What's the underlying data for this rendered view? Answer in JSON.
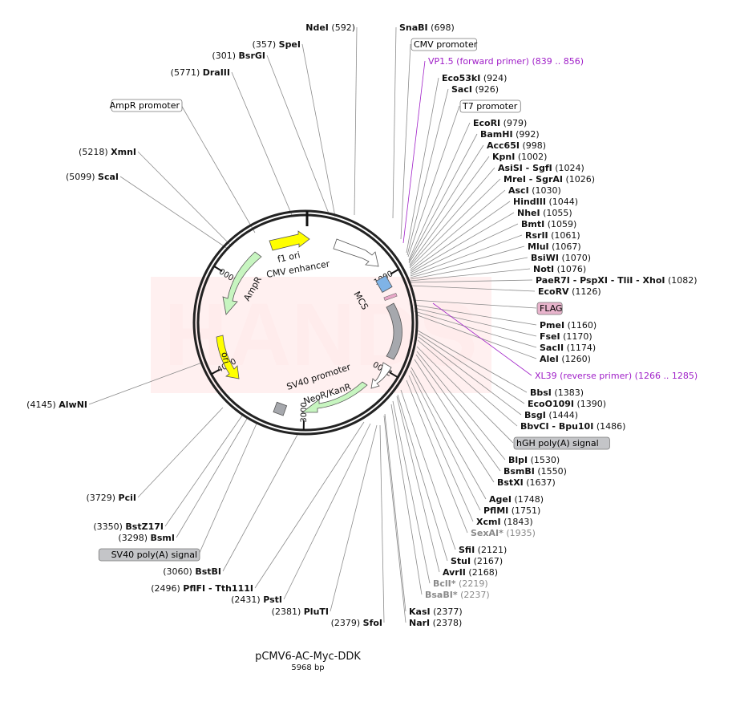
{
  "plasmid": {
    "name": "pCMV6-AC-Myc-DDK",
    "size_label": "5968 bp",
    "length": 5968,
    "watermark": "HANDS"
  },
  "ticks": [
    {
      "bp": 1000,
      "label": "1000"
    },
    {
      "bp": 2000,
      "label": "2000"
    },
    {
      "bp": 3000,
      "label": "3000"
    },
    {
      "bp": 4000,
      "label": "4000"
    },
    {
      "bp": 5000,
      "label": "5000"
    }
  ],
  "features": [
    {
      "name": "f1 ori",
      "color": "#ffff00"
    },
    {
      "name": "CMV enhancer",
      "color": "#ffffff"
    },
    {
      "name": "MCS",
      "color": "#7fb3e6"
    },
    {
      "name": "SV40 promoter",
      "color": "#ffffff"
    },
    {
      "name": "NeoR/KanR",
      "color": "#c7f5c0"
    },
    {
      "name": "AmpR",
      "color": "#c7f5c0"
    },
    {
      "name": "ori",
      "color": "#ffff00"
    }
  ],
  "labels": {
    "right": [
      {
        "name": "NdeI",
        "pos": "(592)",
        "style": "enzyme"
      },
      {
        "name": "SnaBI",
        "pos": "(698)",
        "style": "enzyme"
      },
      {
        "name": "CMV promoter",
        "pos": "",
        "style": "box"
      },
      {
        "name": "VP1.5 (forward primer)",
        "pos": "(839 .. 856)",
        "style": "primer"
      },
      {
        "name": "Eco53kI",
        "pos": "(924)",
        "style": "enzyme"
      },
      {
        "name": "SacI",
        "pos": "(926)",
        "style": "enzyme"
      },
      {
        "name": "T7 promoter",
        "pos": "",
        "style": "box"
      },
      {
        "name": "EcoRI",
        "pos": "(979)",
        "style": "enzyme"
      },
      {
        "name": "BamHI",
        "pos": "(992)",
        "style": "enzyme"
      },
      {
        "name": "Acc65I",
        "pos": "(998)",
        "style": "enzyme"
      },
      {
        "name": "KpnI",
        "pos": "(1002)",
        "style": "enzyme"
      },
      {
        "name": "AsiSI - SgfI",
        "pos": "(1024)",
        "style": "enzyme"
      },
      {
        "name": "MreI - SgrAI",
        "pos": "(1026)",
        "style": "enzyme"
      },
      {
        "name": "AscI",
        "pos": "(1030)",
        "style": "enzyme"
      },
      {
        "name": "HindIII",
        "pos": "(1044)",
        "style": "enzyme"
      },
      {
        "name": "NheI",
        "pos": "(1055)",
        "style": "enzyme"
      },
      {
        "name": "BmtI",
        "pos": "(1059)",
        "style": "enzyme"
      },
      {
        "name": "RsrII",
        "pos": "(1061)",
        "style": "enzyme"
      },
      {
        "name": "MluI",
        "pos": "(1067)",
        "style": "enzyme"
      },
      {
        "name": "BsiWI",
        "pos": "(1070)",
        "style": "enzyme"
      },
      {
        "name": "NotI",
        "pos": "(1076)",
        "style": "enzyme"
      },
      {
        "name": "PaeR7I - PspXI - TliI - XhoI",
        "pos": "(1082)",
        "style": "enzyme"
      },
      {
        "name": "EcoRV",
        "pos": "(1126)",
        "style": "enzyme"
      },
      {
        "name": "FLAG",
        "pos": "",
        "style": "pinkbox"
      },
      {
        "name": "PmeI",
        "pos": "(1160)",
        "style": "enzyme"
      },
      {
        "name": "FseI",
        "pos": "(1170)",
        "style": "enzyme"
      },
      {
        "name": "SacII",
        "pos": "(1174)",
        "style": "enzyme"
      },
      {
        "name": "AleI",
        "pos": "(1260)",
        "style": "enzyme"
      },
      {
        "name": "XL39 (reverse primer)",
        "pos": "(1266 .. 1285)",
        "style": "primer"
      },
      {
        "name": "BbsI",
        "pos": "(1383)",
        "style": "enzyme"
      },
      {
        "name": "EcoO109I",
        "pos": "(1390)",
        "style": "enzyme"
      },
      {
        "name": "BsgI",
        "pos": "(1444)",
        "style": "enzyme"
      },
      {
        "name": "BbvCI - Bpu10I",
        "pos": "(1486)",
        "style": "enzyme"
      },
      {
        "name": "hGH poly(A) signal",
        "pos": "",
        "style": "graybox"
      },
      {
        "name": "BlpI",
        "pos": "(1530)",
        "style": "enzyme"
      },
      {
        "name": "BsmBI",
        "pos": "(1550)",
        "style": "enzyme"
      },
      {
        "name": "BstXI",
        "pos": "(1637)",
        "style": "enzyme"
      },
      {
        "name": "AgeI",
        "pos": "(1748)",
        "style": "enzyme"
      },
      {
        "name": "PflMI",
        "pos": "(1751)",
        "style": "enzyme"
      },
      {
        "name": "XcmI",
        "pos": "(1843)",
        "style": "enzyme"
      },
      {
        "name": "SexAI*",
        "pos": "(1935)",
        "style": "gray"
      },
      {
        "name": "SfiI",
        "pos": "(2121)",
        "style": "enzyme"
      },
      {
        "name": "StuI",
        "pos": "(2167)",
        "style": "enzyme"
      },
      {
        "name": "AvrII",
        "pos": "(2168)",
        "style": "enzyme"
      },
      {
        "name": "BclI*",
        "pos": "(2219)",
        "style": "gray"
      },
      {
        "name": "BsaBI*",
        "pos": "(2237)",
        "style": "gray"
      },
      {
        "name": "KasI",
        "pos": "(2377)",
        "style": "enzyme"
      },
      {
        "name": "NarI",
        "pos": "(2378)",
        "style": "enzyme"
      }
    ],
    "left": [
      {
        "name": "SpeI",
        "pos": "(357)",
        "style": "enzyme"
      },
      {
        "name": "BsrGI",
        "pos": "(301)",
        "style": "enzyme"
      },
      {
        "name": "DraIII",
        "pos": "(5771)",
        "style": "enzyme"
      },
      {
        "name": "AmpR promoter",
        "pos": "",
        "style": "box"
      },
      {
        "name": "XmnI",
        "pos": "(5218)",
        "style": "enzyme"
      },
      {
        "name": "ScaI",
        "pos": "(5099)",
        "style": "enzyme"
      },
      {
        "name": "AlwNI",
        "pos": "(4145)",
        "style": "enzyme"
      },
      {
        "name": "PciI",
        "pos": "(3729)",
        "style": "enzyme"
      },
      {
        "name": "BstZ17I",
        "pos": "(3350)",
        "style": "enzyme"
      },
      {
        "name": "BsmI",
        "pos": "(3298)",
        "style": "enzyme"
      },
      {
        "name": "SV40 poly(A) signal",
        "pos": "",
        "style": "graybox"
      },
      {
        "name": "BstBI",
        "pos": "(3060)",
        "style": "enzyme"
      },
      {
        "name": "PflFI - Tth111I",
        "pos": "(2496)",
        "style": "enzyme"
      },
      {
        "name": "PstI",
        "pos": "(2431)",
        "style": "enzyme"
      },
      {
        "name": "PluTI",
        "pos": "(2381)",
        "style": "enzyme"
      },
      {
        "name": "SfoI",
        "pos": "(2379)",
        "style": "enzyme"
      }
    ]
  }
}
